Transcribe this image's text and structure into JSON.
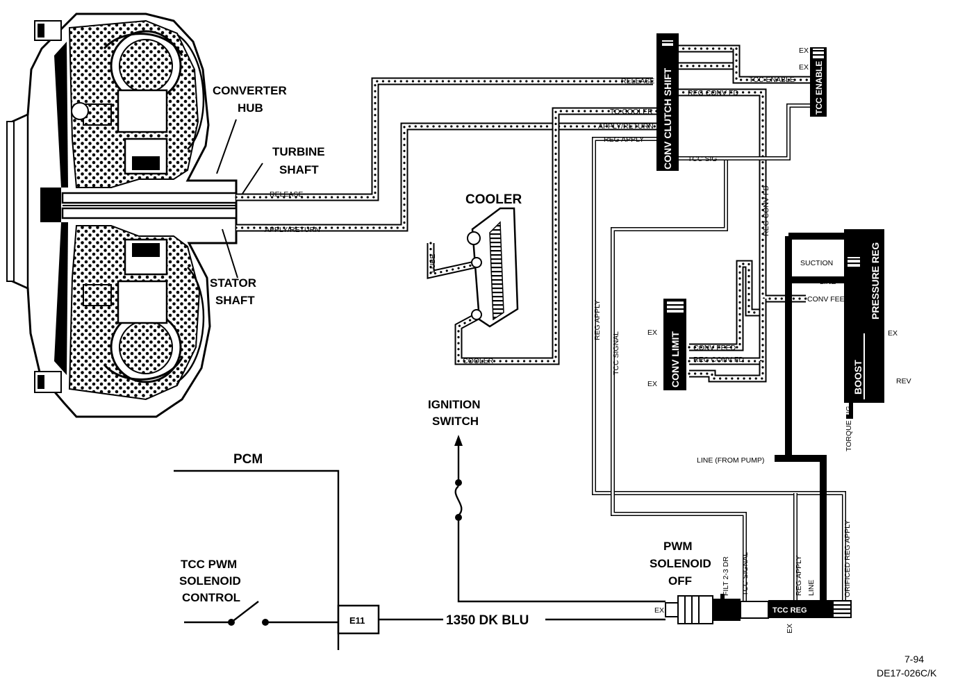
{
  "labels": {
    "converter_hub": [
      "CONVERTER",
      "HUB"
    ],
    "turbine_shaft": [
      "TURBINE",
      "SHAFT"
    ],
    "stator_shaft": [
      "STATOR",
      "SHAFT"
    ],
    "cooler": "COOLER",
    "ignition_switch": [
      "IGNITION",
      "SWITCH"
    ],
    "pcm": "PCM",
    "tcc_pwm": [
      "TCC PWM",
      "SOLENOID",
      "CONTROL"
    ],
    "pwm_solenoid": [
      "PWM",
      "SOLENOID",
      "OFF"
    ],
    "connector": "E11",
    "wire": "1350 DK BLU",
    "date": "7-94",
    "code": "DE17-026C/K"
  },
  "passages": {
    "release_left": "RELEASE",
    "apply_return_left": "APPLY/RETURN",
    "release_top": "RELEASE",
    "to_cooler": "TO COOLER",
    "apply_return_top": "APPLY/RETURN",
    "reg_apply_top": "REG APPLY",
    "tcc_sig": "TCC SIG",
    "tcc_enable": "TCC ENABLE",
    "reg_conv_fd_top": "REG CONV FD",
    "reg_conv_fd_vert": "REG CONV FD",
    "lube": "LUBE",
    "cooler_bottom": "COOLER",
    "reg_apply_vert": "REG APPLY",
    "tcc_signal_vert": "TCC SIGNAL",
    "ex_1": "EX",
    "ex_2": "EX",
    "conv_feed_1": "CONV FEED",
    "reg_conv_fd_2": "REG CONV FD",
    "ex_3": "EX",
    "line_1": "LINE",
    "suction": "SUCTION",
    "line_2": "LINE",
    "conv_feed_2": "CONV FEED",
    "ex_4": "EX",
    "rev": "REV",
    "torque_sig": "TORQUE SIG",
    "line_vert": "LINE",
    "line_from_pump": "LINE (FROM PUMP)",
    "filt_2_3_dr": "FILT 2-3 DR",
    "tcc_signal_sol": "TCC SIGNAL",
    "reg_apply_sol": "REG APPLY",
    "line_sol": "LINE",
    "orificed_reg_apply": "ORIFICED REG APPLY",
    "ex_sol": "EX",
    "ex_sol2": "EX",
    "ex_top1": "EX",
    "ex_top2": "EX"
  },
  "valves": {
    "conv_clutch_shift": "CONV CLUTCH SHIFT",
    "tcc_enable": "TCC ENABLE",
    "conv_limit": "CONV LIMIT",
    "pressure_reg": "PRESSURE REG",
    "boost": "BOOST",
    "tcc_reg": "TCC REG"
  }
}
